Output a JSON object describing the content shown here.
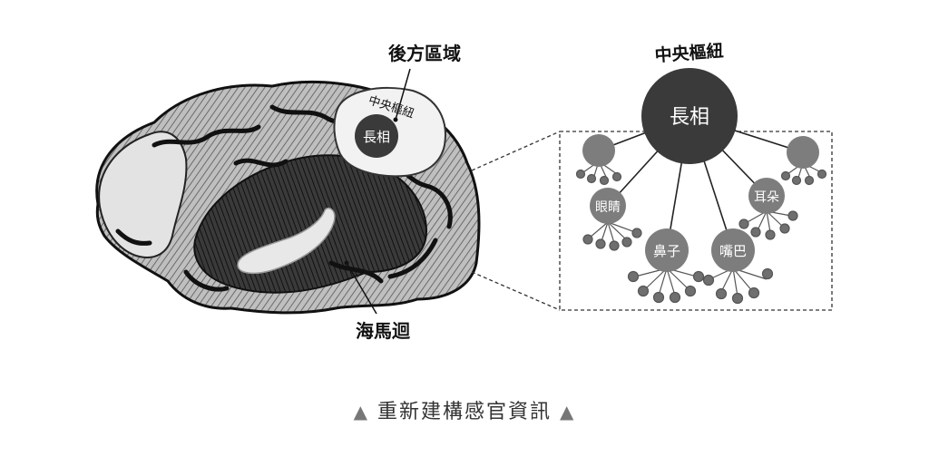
{
  "labels": {
    "posterior_region": "後方區域",
    "hub_small": "中央樞紐",
    "face_small": "長相",
    "hippocampus": "海馬迴",
    "hub_large": "中央樞紐",
    "face_large": "長相",
    "eyes": "眼睛",
    "ears": "耳朵",
    "nose": "鼻子",
    "mouth": "嘴巴"
  },
  "caption": {
    "left_marker": "▲",
    "text": "重新建構感官資訊",
    "right_marker": "▲"
  },
  "colors": {
    "hub_fill": "#3a3a3a",
    "node_fill": "#7d7d7d",
    "dot_fill": "#6f6f6f",
    "brain_light": "#d9d9d9",
    "brain_dark": "#2a2a2a"
  }
}
